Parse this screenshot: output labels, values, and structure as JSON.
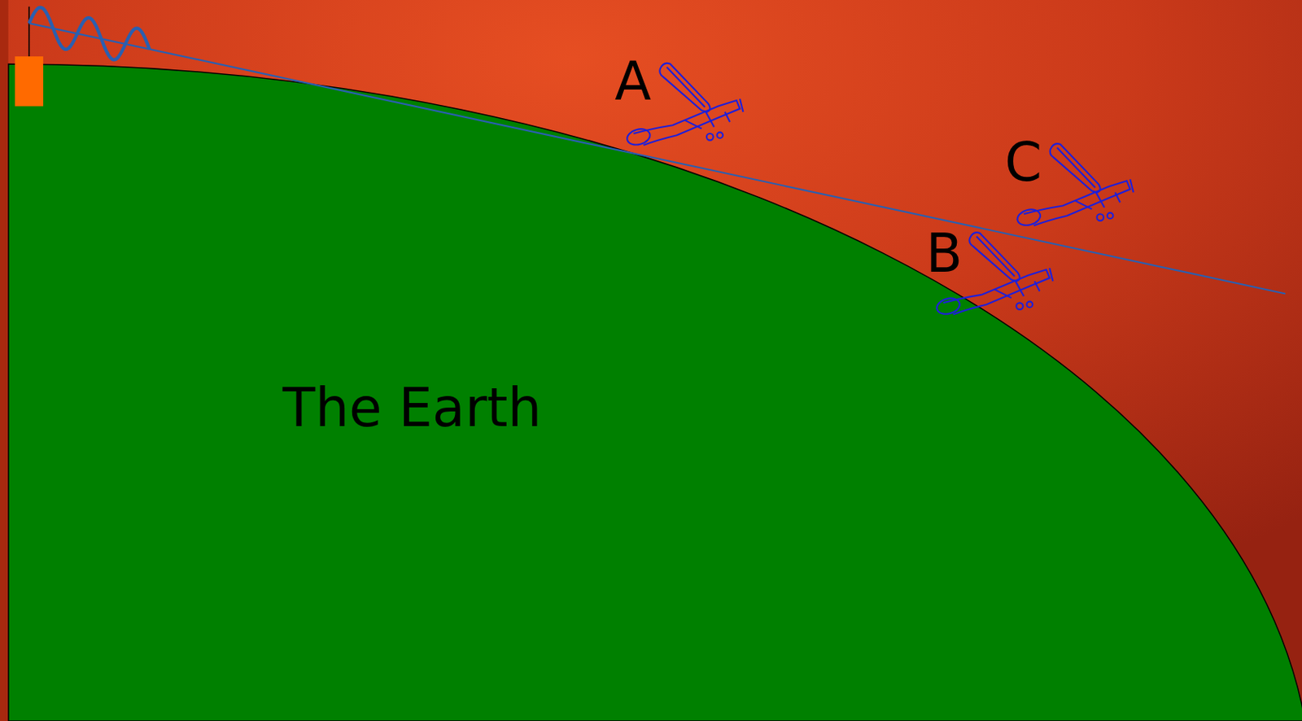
{
  "diagram": {
    "nodes": [
      {
        "text": [
          "The Earth"
        ]
      }
    ],
    "labels": [
      "A",
      "C",
      "B"
    ]
  }
}
